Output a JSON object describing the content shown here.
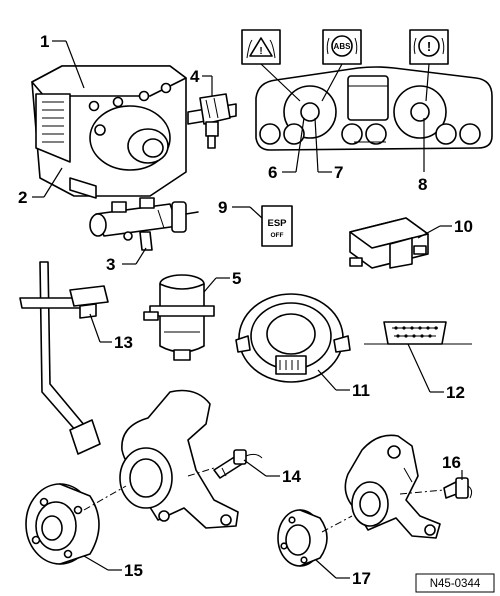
{
  "diagram": {
    "reference_code": "N45-0344",
    "warning_icons": {
      "abs": "ABS",
      "warning_triangle": "warning-triangle-icon",
      "brake_exclamation": "brake-warning-icon"
    },
    "esp_button": {
      "line1": "ESP",
      "line2": "OFF"
    },
    "labels": [
      "1",
      "2",
      "3",
      "4",
      "5",
      "6",
      "7",
      "8",
      "9",
      "10",
      "11",
      "12",
      "13",
      "14",
      "15",
      "16",
      "17"
    ]
  }
}
